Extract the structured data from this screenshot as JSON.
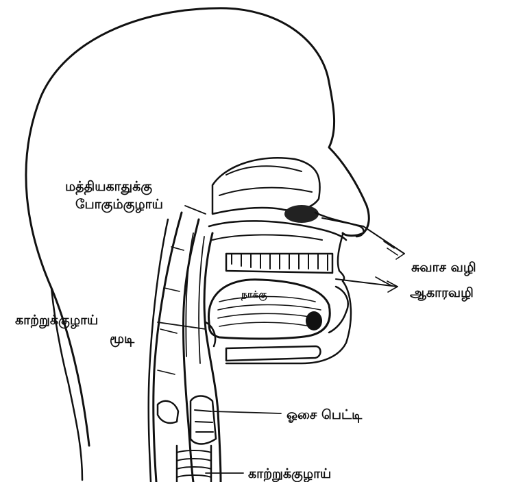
{
  "labels": {
    "middle_ear_tube_line1": "மத்தியகாதுக்கு",
    "middle_ear_tube_line2": "போகும்குழாய்",
    "air_passage": "சுவாச வழி",
    "food_passage": "ஆகாரவழி",
    "tongue": "நாக்கு",
    "windpipe_cover_line1": "காற்றுக்குழாய்",
    "windpipe_cover_line2": "மூடி",
    "voice_box": "ஓசை பெட்டி",
    "windpipe": "காற்றுக்குழாய்"
  }
}
